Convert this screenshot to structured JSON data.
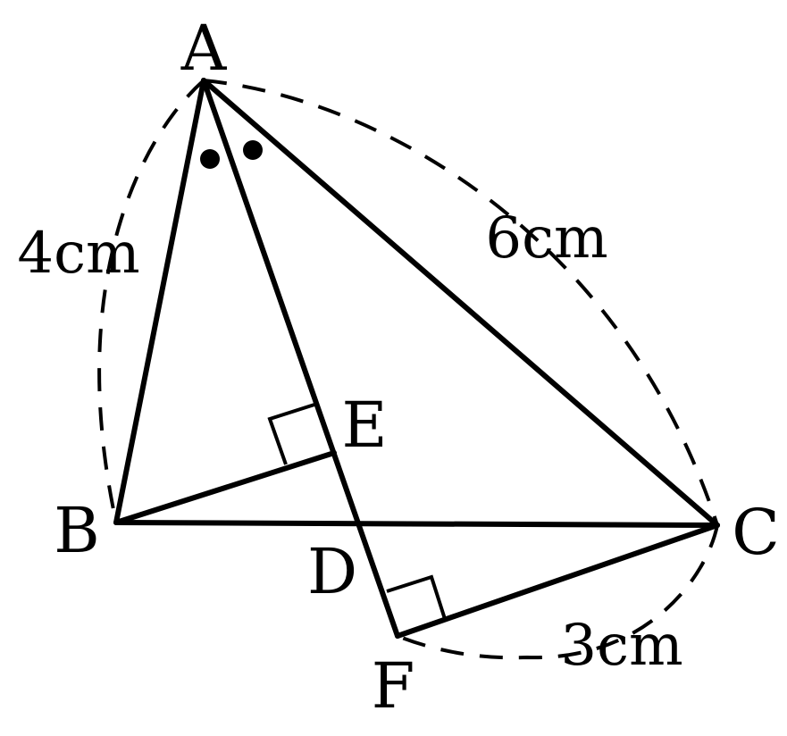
{
  "diagram": {
    "points": {
      "A": "A",
      "B": "B",
      "C": "C",
      "D": "D",
      "E": "E",
      "F": "F"
    },
    "lengths": {
      "ab": "4cm",
      "ac": "6cm",
      "cf": "3cm"
    },
    "colors": {
      "stroke": "#000000",
      "background": "#ffffff"
    }
  }
}
